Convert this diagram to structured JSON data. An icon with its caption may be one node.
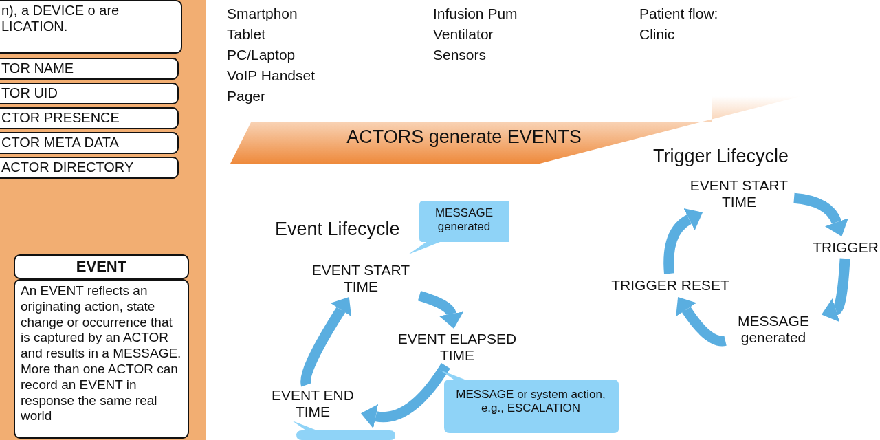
{
  "diagram": {
    "nodes": [
      {
        "text": [],
        "shape": "box"
      },
      {
        "text": [
          "n), a DEVICE o are LICATION."
        ],
        "in": 0
      },
      {
        "text": [
          "TOR NAME"
        ],
        "in": 0
      },
      {
        "text": [
          "TOR UID"
        ],
        "in": 0
      },
      {
        "text": [
          "CTOR PRESENCE"
        ],
        "in": 0
      },
      {
        "text": [
          "CTOR META DATA"
        ],
        "in": 0
      },
      {
        "text": [
          "ACTOR DIRECTORY"
        ],
        "in": 0
      },
      {
        "text": [
          "EVENT",
          "An EVENT reflects an originating action, state change or occurrence that is captured by an ACTOR and results in a MESSAGE. More than one ACTOR can record an EVENT in response the same real world"
        ],
        "in": 0
      },
      {
        "text": [
          "ACTORS generate EVENTS"
        ]
      },
      {
        "text": [
          "MESSAGE generated"
        ]
      },
      {
        "text": [
          "EVENT START TIME"
        ]
      },
      {
        "text": [
          "EVENT ELAPSED TIME"
        ]
      },
      {
        "text": [
          "MESSAGE or system action, e.g., ESCALATION"
        ]
      },
      {
        "text": [
          "EVENT END TIME"
        ]
      },
      {
        "text": [],
        "shape": "callout"
      },
      {
        "text": [
          "EVENT START TIME"
        ]
      },
      {
        "text": [
          "TRIGGER"
        ]
      },
      {
        "text": [
          "MESSAGE generated"
        ]
      },
      {
        "text": [
          "TRIGGER RESET"
        ]
      }
    ],
    "edges": [
      {
        "from": 10,
        "to": 11,
        "arrow": "to"
      },
      {
        "from": 11,
        "to": 13,
        "arrow": "to"
      },
      {
        "from": 13,
        "to": 10,
        "arrow": "to"
      },
      {
        "from": 15,
        "to": 16,
        "arrow": "to"
      },
      {
        "from": 16,
        "to": 17,
        "arrow": "to"
      },
      {
        "from": 17,
        "to": 18,
        "arrow": "to"
      },
      {
        "from": 18,
        "to": 15,
        "arrow": "to"
      }
    ],
    "labels": [
      "Smartphon",
      "Infusion Pum",
      "Patient flow:",
      "Tablet",
      "Ventilator",
      "Clinic",
      "PC/Laptop",
      "Sensors",
      "VoIP Handset",
      "Pager",
      "Trigger Lifecycle",
      "Event Lifecycle"
    ]
  }
}
